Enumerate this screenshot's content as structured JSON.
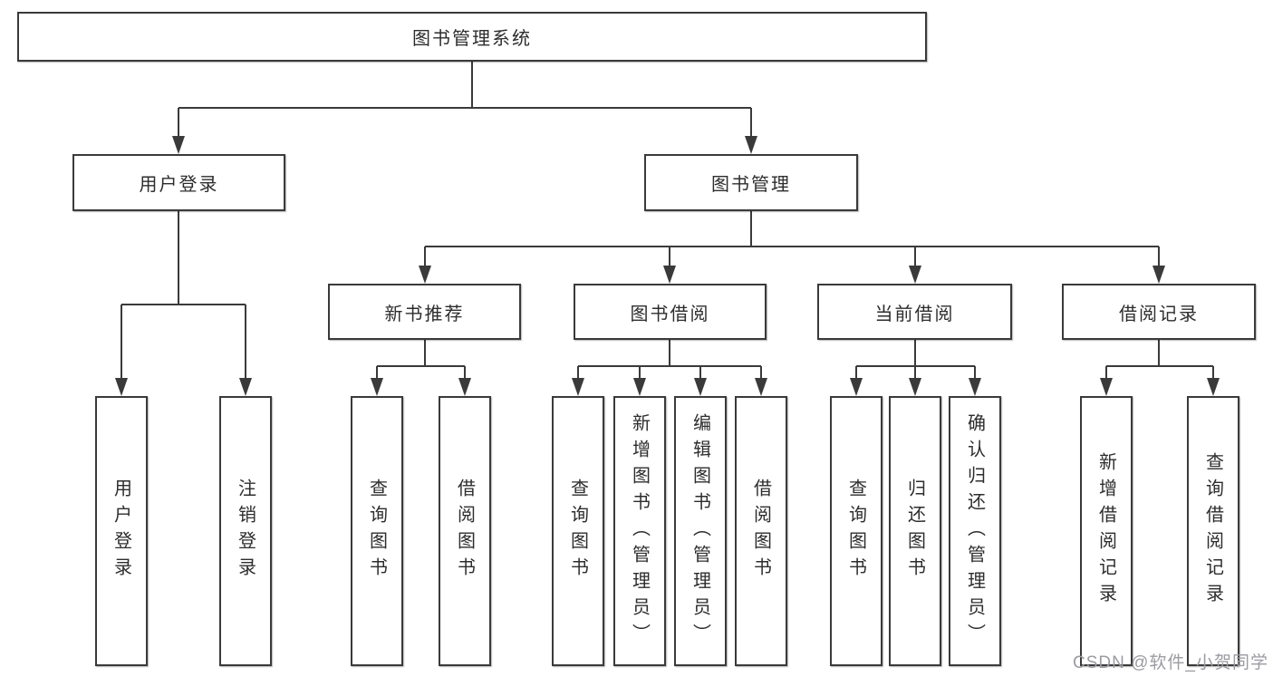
{
  "tree": {
    "label": "图书管理系统",
    "children": [
      {
        "label": "用户登录",
        "children": [
          {
            "label": "用户登录"
          },
          {
            "label": "注销登录"
          }
        ]
      },
      {
        "label": "图书管理",
        "children": [
          {
            "label": "新书推荐",
            "children": [
              {
                "label": "查询图书"
              },
              {
                "label": "借阅图书"
              }
            ]
          },
          {
            "label": "图书借阅",
            "children": [
              {
                "label": "查询图书"
              },
              {
                "label": "新增图书（管理员）"
              },
              {
                "label": "编辑图书（管理员）"
              },
              {
                "label": "借阅图书"
              }
            ]
          },
          {
            "label": "当前借阅",
            "children": [
              {
                "label": "查询图书"
              },
              {
                "label": "归还图书"
              },
              {
                "label": "确认归还（管理员）"
              }
            ]
          },
          {
            "label": "借阅记录",
            "children": [
              {
                "label": "新增借阅记录"
              },
              {
                "label": "查询借阅记录"
              }
            ]
          }
        ]
      }
    ]
  },
  "watermark": {
    "text": "CSDN @软件_小贺同学"
  },
  "colors": {
    "line": "#3a3a3a",
    "text": "#2d2d2d",
    "box_fill": "#ffffff",
    "watermark": "#9b9ba1",
    "background": "#ffffff"
  }
}
